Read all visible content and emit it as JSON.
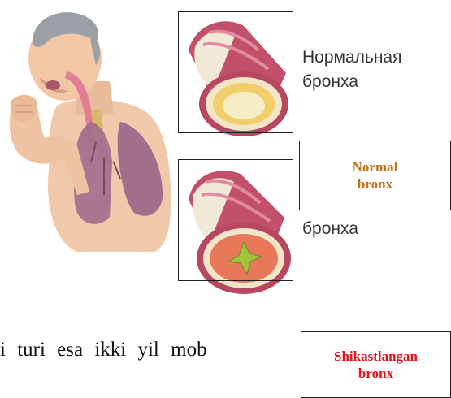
{
  "labels": {
    "normal_ru_line1": "Нормальная",
    "normal_ru_line2": "бронха",
    "damaged_ru": "бронха"
  },
  "callouts": {
    "normal_line1": "Normal",
    "normal_line2": "bronx",
    "damaged_line1": "Shikastlangan",
    "damaged_line2": "bronx"
  },
  "body_text": "i turi esa ikki yil mob",
  "colors": {
    "normal_callout": "#c0741a",
    "damaged_callout": "#e0121c",
    "skin": "#f0c9ab",
    "lung": "#a36b8f",
    "bronchus_wall": "#c2506a"
  }
}
